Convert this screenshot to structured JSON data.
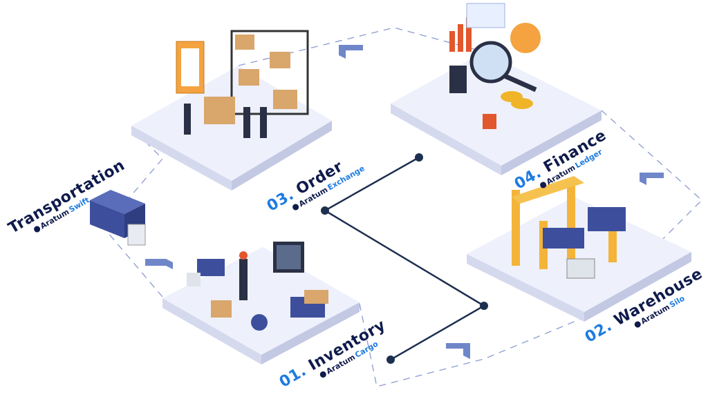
{
  "colors": {
    "navy": "#0f1b4c",
    "blue": "#1e7be0",
    "platform": "#eef0fb",
    "arrow": "#6f86c9",
    "timeline": "#1d2f4f"
  },
  "stages": [
    {
      "id": "transportation",
      "number": "",
      "title": "Transportation",
      "brand_prefix": "Aratum",
      "brand_suffix": "Swift"
    },
    {
      "id": "order",
      "number": "03.",
      "title": "Order",
      "brand_prefix": "Aratum",
      "brand_suffix": "Exchange"
    },
    {
      "id": "finance",
      "number": "04.",
      "title": "Finance",
      "brand_prefix": "Aratum",
      "brand_suffix": "Ledger"
    },
    {
      "id": "warehouse",
      "number": "02.",
      "title": "Warehouse",
      "brand_prefix": "Aratum",
      "brand_suffix": "Silo"
    },
    {
      "id": "inventory",
      "number": "01.",
      "title": "Inventory",
      "brand_prefix": "Aratum",
      "brand_suffix": "Cargo"
    }
  ]
}
